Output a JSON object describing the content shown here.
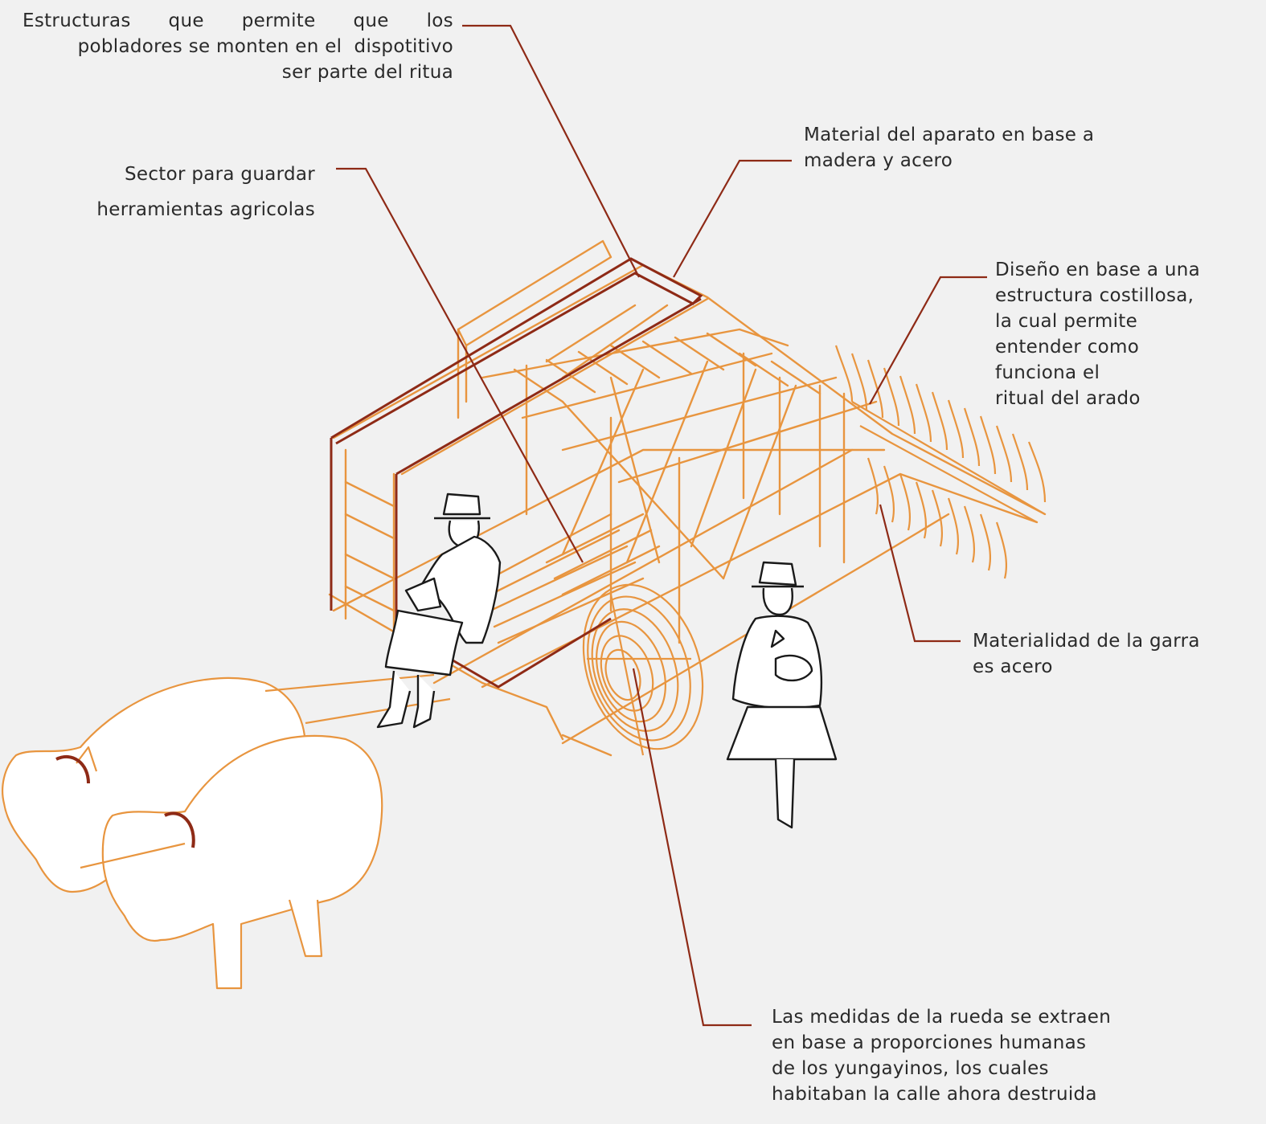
{
  "annotations": {
    "estructuras": {
      "line1_words": [
        "Estructuras",
        "que",
        "permite",
        "que",
        "los"
      ],
      "line2": "pobladores se monten en el  dispotitivo",
      "line3": "ser parte del ritua"
    },
    "sector": {
      "line1": "Sector para guardar",
      "line2": "herramientas agricolas"
    },
    "material": {
      "line1": "Material del aparato en base a",
      "line2": "madera y acero"
    },
    "diseno": {
      "line1": "Diseño en base a una",
      "line2": "estructura costillosa,",
      "line3": "la cual permite",
      "line4": "entender como",
      "line5": "funciona el",
      "line6": "ritual del arado"
    },
    "garra": {
      "line1": "Materialidad de la garra",
      "line2": "es acero"
    },
    "rueda": {
      "line1": "Las medidas de la rueda se extraen",
      "line2": "en base a proporciones humanas",
      "line3": "de los yungayinos, los cuales",
      "line4": "habitaban la calle ahora destruida"
    }
  },
  "colors": {
    "background": "#f1f1f1",
    "structure": "#e8953f",
    "frame_highlight": "#8e2a16",
    "leader": "#8e2a16",
    "figure_stroke": "#1a1a1a",
    "text": "#2a2a2a"
  },
  "icons": [
    "ox-figure",
    "seated-woman-figure",
    "standing-woman-figure",
    "plow-cart-structure",
    "claw-rake"
  ]
}
